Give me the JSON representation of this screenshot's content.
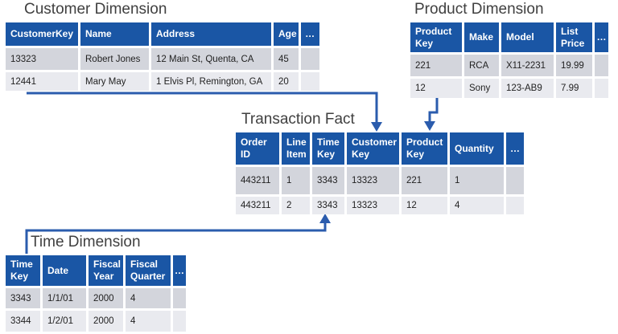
{
  "diagram": {
    "tables": {
      "customer": {
        "title": "Customer Dimension",
        "headers": [
          "CustomerKey",
          "Name",
          "Address",
          "Age",
          "…"
        ],
        "rows": [
          [
            "13323",
            "Robert Jones",
            "12 Main St, Quenta, CA",
            "45",
            ""
          ],
          [
            "12441",
            "Mary May",
            "1 Elvis Pl, Remington, GA",
            "20",
            ""
          ]
        ]
      },
      "product": {
        "title": "Product Dimension",
        "headers": [
          "Product Key",
          "Make",
          "Model",
          "List Price",
          "…"
        ],
        "rows": [
          [
            "221",
            "RCA",
            "X11-2231",
            "19.99",
            ""
          ],
          [
            "12",
            "Sony",
            "123-AB9",
            "7.99",
            ""
          ]
        ]
      },
      "fact": {
        "title": "Transaction Fact",
        "headers": [
          "Order ID",
          "Line Item",
          "Time Key",
          "Customer Key",
          "Product Key",
          "Quantity",
          "…"
        ],
        "rows": [
          [
            "443211",
            "1",
            "3343",
            "13323",
            "221",
            "1",
            ""
          ],
          [
            "443211",
            "2",
            "3343",
            "13323",
            "12",
            "4",
            ""
          ]
        ]
      },
      "time": {
        "title": "Time Dimension",
        "headers": [
          "Time Key",
          "Date",
          "Fiscal Year",
          "Fiscal Quarter",
          "…"
        ],
        "rows": [
          [
            "3343",
            "1/1/01",
            "2000",
            "4",
            ""
          ],
          [
            "3344",
            "1/2/01",
            "2000",
            "4",
            ""
          ]
        ]
      }
    },
    "relationships": [
      {
        "from": "Customer Dimension",
        "to": "Transaction Fact / Customer Key"
      },
      {
        "from": "Product Dimension",
        "to": "Transaction Fact / Product Key"
      },
      {
        "from": "Time Dimension",
        "to": "Transaction Fact / Time Key"
      }
    ],
    "colors": {
      "header_bg": "#1A56A5",
      "row_first": "#D3D5DC",
      "row_second": "#E9EAEF",
      "arrow": "#2B5CAD",
      "title_text": "#404040"
    }
  }
}
